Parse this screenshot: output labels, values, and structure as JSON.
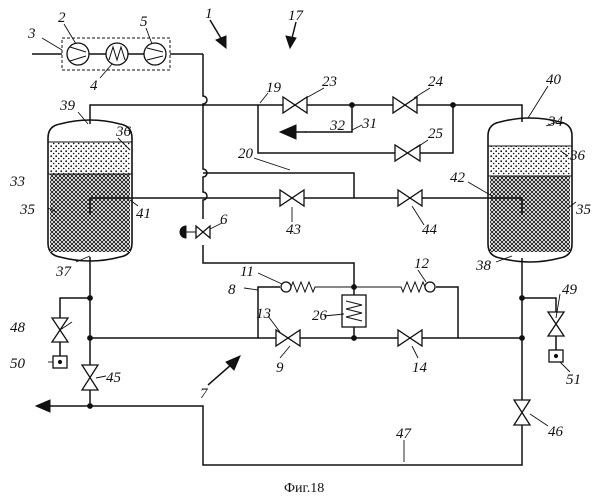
{
  "labels": {
    "n1": "1",
    "n2": "2",
    "n3": "3",
    "n4": "4",
    "n5": "5",
    "n6": "6",
    "n7": "7",
    "n8": "8",
    "n9": "9",
    "n11": "11",
    "n12": "12",
    "n13": "13",
    "n14": "14",
    "n17": "17",
    "n19": "19",
    "n20": "20",
    "n23": "23",
    "n24": "24",
    "n25": "25",
    "n26": "26",
    "n31": "31",
    "n32": "32",
    "n33": "33",
    "n34": "34",
    "n35a": "35",
    "n35b": "35",
    "n36a": "36",
    "n36b": "36",
    "n37": "37",
    "n38": "38",
    "n39": "39",
    "n40": "40",
    "n41": "41",
    "n42": "42",
    "n43": "43",
    "n44": "44",
    "n45": "45",
    "n46": "46",
    "n47": "47",
    "n48": "48",
    "n49": "49",
    "n50": "50",
    "n51": "51"
  },
  "caption": "Фиг.18",
  "colors": {
    "ink": "#111111",
    "background": "#ffffff"
  }
}
